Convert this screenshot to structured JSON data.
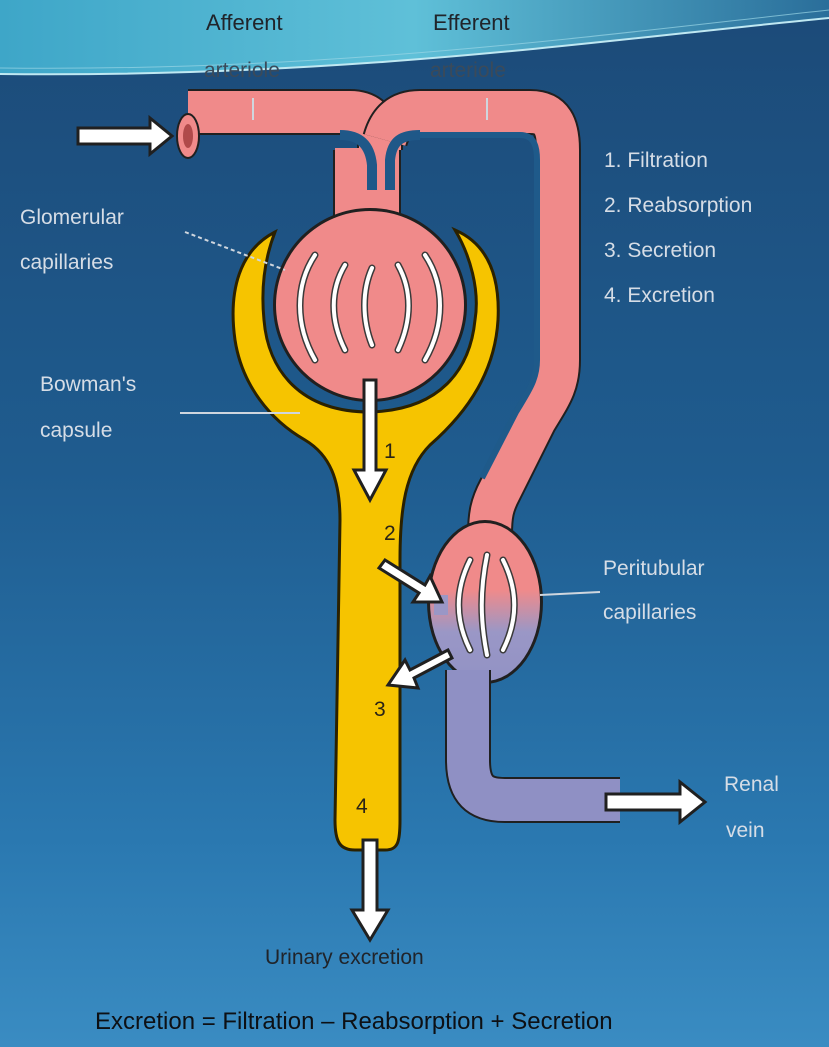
{
  "labels": {
    "afferent_line1": "Afferent",
    "afferent_line2": "arteriole",
    "efferent_line1": "Efferent",
    "efferent_line2": "arteriole",
    "glomerular_line1": "Glomerular",
    "glomerular_line2": "capillaries",
    "bowman_line1": "Bowman's",
    "bowman_line2": "capsule",
    "peritubular_line1": "Peritubular",
    "peritubular_line2": "capillaries",
    "renal_line1": "Renal",
    "renal_line2": "vein",
    "urinary": "Urinary excretion"
  },
  "legend": [
    "1. Filtration",
    "2. Reabsorption",
    "3. Secretion",
    "4. Excretion"
  ],
  "step_numbers": [
    "1",
    "2",
    "3",
    "4"
  ],
  "equation": "Excretion = Filtration – Reabsorption + Secretion",
  "colors": {
    "arterial": "#f08a8a",
    "venous": "#8f90c4",
    "capsule": "#f6c400",
    "capsule_edge": "#2b2100",
    "arrow": "#ffffff"
  }
}
